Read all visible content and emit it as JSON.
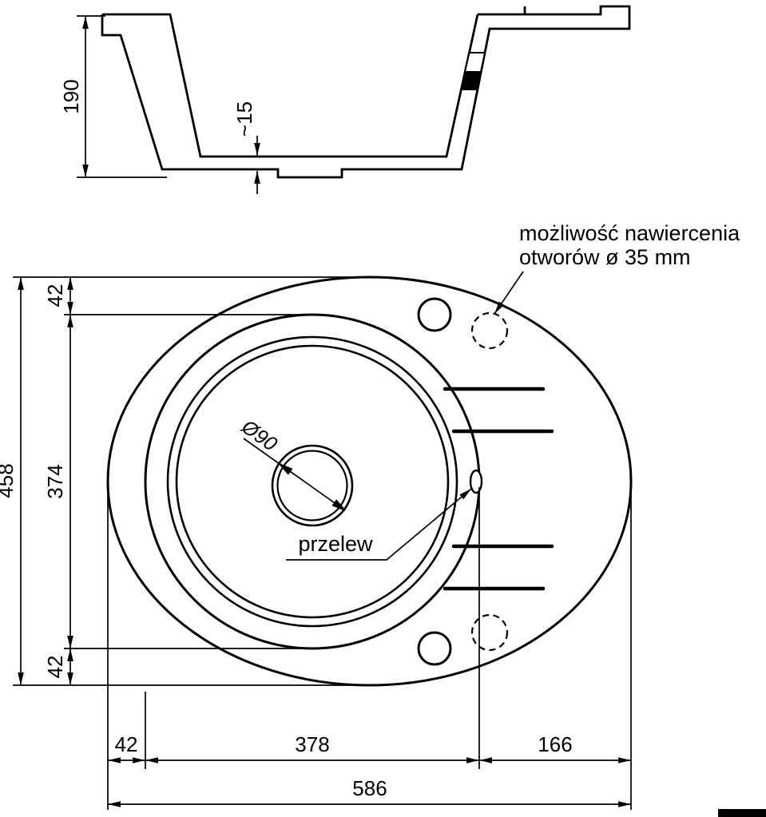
{
  "drawing": {
    "background": "#ffffff",
    "line_color": "#000000"
  },
  "section_view": {
    "dim_depth": "190",
    "dim_bottom_thickness": "~15"
  },
  "top_view": {
    "drill_note_line1": "możliwość nawiercenia",
    "drill_note_line2": "otworów ø 35 mm",
    "overflow_label": "przelew",
    "drain_diameter": "Ø90",
    "dim_overall_height": "458",
    "dim_top_offset": "42",
    "dim_bowl_height": "374",
    "dim_bottom_offset": "42",
    "dim_left_offset": "42",
    "dim_bowl_width": "378",
    "dim_drainer_width": "166",
    "dim_overall_width": "586"
  }
}
